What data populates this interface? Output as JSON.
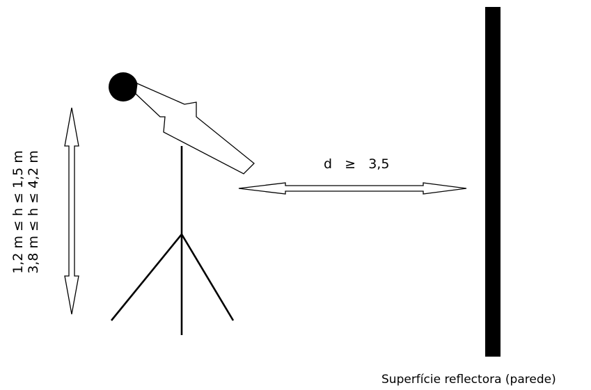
{
  "labels": {
    "height_range_1": "1,2 m ≤ h ≤ 1,5 m",
    "height_range_2": "3,8 m ≤ h ≤ 4,2 m",
    "distance": "d   ≥   3,5",
    "surface_caption": "Superfície reflectora (parede)"
  },
  "colors": {
    "ink": "#000000",
    "background": "#ffffff"
  }
}
